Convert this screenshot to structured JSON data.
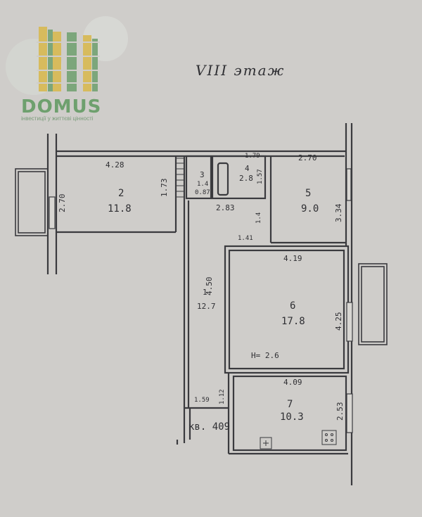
{
  "plan": {
    "floor_title": "VIII этаж",
    "apartment_label": "кв. 409",
    "ceiling_height": "H= 2.6"
  },
  "brand": {
    "name": "DOMUS",
    "tagline": "інвестиції у життєві цінності",
    "colors": {
      "green": "#6ea06e",
      "yellow": "#d9b84a",
      "gray": "#9aa09a"
    }
  },
  "rooms": [
    {
      "number": "1",
      "area": "12.7"
    },
    {
      "number": "2",
      "area": "11.8"
    },
    {
      "number": "3",
      "area": "1.4"
    },
    {
      "number": "4",
      "area": "2.8"
    },
    {
      "number": "5",
      "area": "9.0"
    },
    {
      "number": "6",
      "area": "17.8"
    },
    {
      "number": "7",
      "area": "10.3"
    }
  ],
  "dimensions": {
    "r2_width": "4.28",
    "r2_depth": "2.70",
    "r2_side": "1.73",
    "r3_width": "0.87",
    "r4_width": "1.79",
    "r4_depth": "1.57",
    "corridor_len": "2.83",
    "r5_width": "2.70",
    "r5_depth": "3.34",
    "closet": "1.4",
    "hall_small": "1.41",
    "r6_width": "4.19",
    "r6_depth": "4.25",
    "hall_len": "4.50",
    "r7_width": "4.09",
    "r7_depth": "2.53",
    "entry_a": "1.59",
    "entry_b": "1.12"
  }
}
